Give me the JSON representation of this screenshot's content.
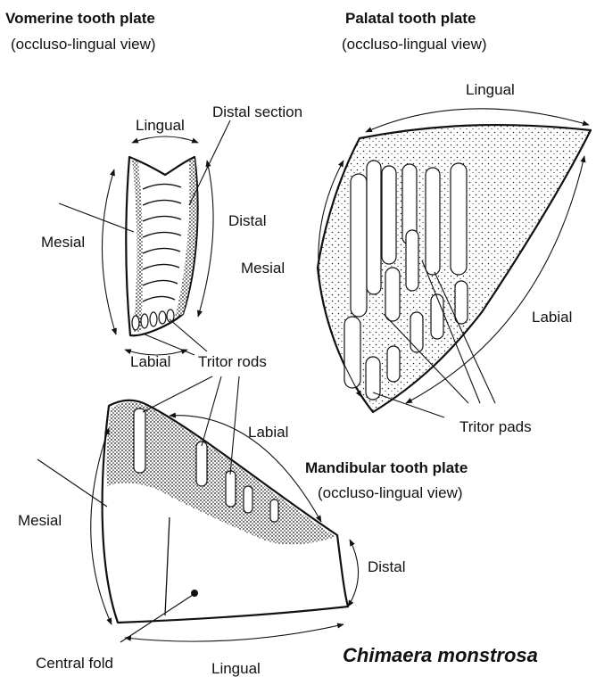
{
  "species": "Chimaera monstrosa",
  "vomerine": {
    "title": "Vomerine tooth plate",
    "view": "(occluso-lingual view)",
    "labels": {
      "lingual": "Lingual",
      "distal_section": "Distal section",
      "distal": "Distal",
      "mesial": "Mesial",
      "labial": "Labial",
      "tritor_rods": "Tritor rods"
    }
  },
  "palatal": {
    "title": "Palatal tooth plate",
    "view": "(occluso-lingual view)",
    "labels": {
      "lingual": "Lingual",
      "mesial": "Mesial",
      "labial": "Labial",
      "tritor_pads": "Tritor pads"
    }
  },
  "mandibular": {
    "title": "Mandibular tooth plate",
    "view": "(occluso-lingual view)",
    "labels": {
      "labial": "Labial",
      "mesial": "Mesial",
      "distal": "Distal",
      "lingual": "Lingual",
      "central_fold": "Central fold"
    }
  }
}
